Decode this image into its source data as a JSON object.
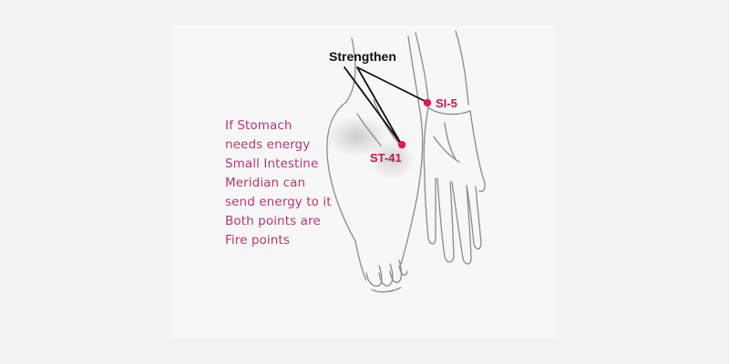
{
  "caption": {
    "lines": [
      "If Stomach",
      "needs energy",
      "Small Intestine",
      "Meridian can",
      "send energy to it",
      "Both points are",
      "Fire points"
    ]
  },
  "labels": {
    "heading": "Strengthen",
    "point_hand": "SI-5",
    "point_foot": "ST-41"
  },
  "colors": {
    "background": "#f2f2f2",
    "caption_text": "#b23a6a",
    "point_marker": "#e0195a",
    "point_label": "#c8164f",
    "heading_text": "#111111",
    "leader_line": "#111111",
    "sketch_line": "#8a8a8a"
  }
}
